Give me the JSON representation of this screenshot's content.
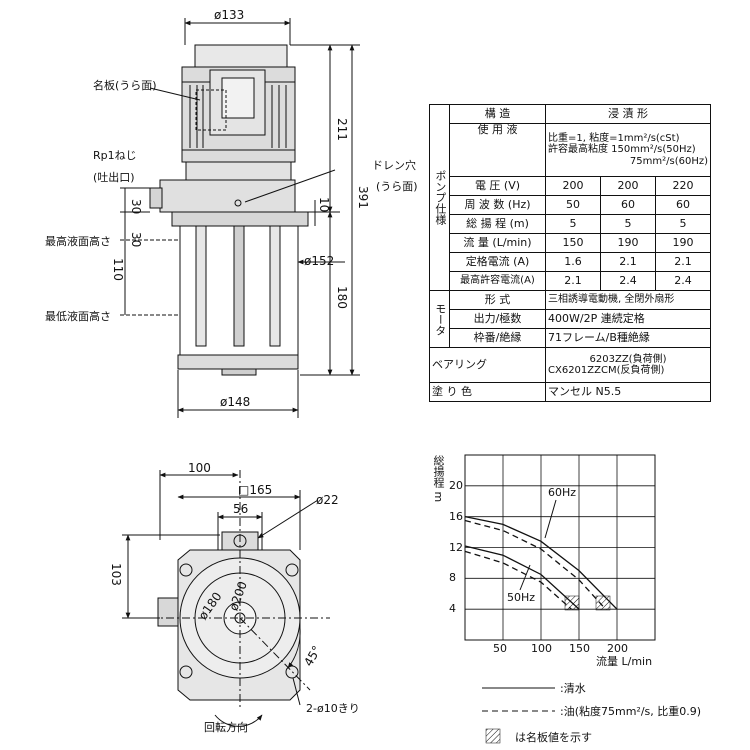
{
  "front_view": {
    "top_dia": "ø133",
    "nameplate_label": "名板(うら面)",
    "rp_thread_label": "Rp1ねじ",
    "outlet_label": "(吐出口)",
    "drain_label": "ドレン穴",
    "drain_sub": "(うら面)",
    "max_level_label": "最高液面高さ",
    "min_level_label": "最低液面高さ",
    "dim_211": "211",
    "dim_391": "391",
    "dim_180": "180",
    "dim_30a": "30",
    "dim_30b": "30",
    "dim_10": "10",
    "dim_110": "110",
    "dia_152": "ø152",
    "dia_148": "ø148"
  },
  "bottom_view": {
    "dim_100": "100",
    "sq_165": "□165",
    "dim_56": "56",
    "dia_22": "ø22",
    "dim_103": "103",
    "dia_180": "ø180",
    "dia_200": "ø200",
    "angle_45": "45°",
    "holes_label": "2-ø10きり",
    "rotation_label": "回転方向"
  },
  "spec_table": {
    "pump_group": "ポンプ仕様",
    "motor_group": "モータ",
    "rows": [
      {
        "label": "構 造",
        "value": "浸 漬 形"
      },
      {
        "label": "使 用 液",
        "value_lines": [
          "比重=1, 粘度=1mm²/s(cSt)",
          "許容最高粘度 150mm²/s(50Hz)",
          "75mm²/s(60Hz)"
        ]
      },
      {
        "label": "電 圧 (V)",
        "values": [
          "200",
          "200",
          "220"
        ]
      },
      {
        "label": "周 波 数 (Hz)",
        "values": [
          "50",
          "60",
          "60"
        ]
      },
      {
        "label": "総 揚 程 (m)",
        "values": [
          "5",
          "5",
          "5"
        ]
      },
      {
        "label": "流 量 (L/min)",
        "values": [
          "150",
          "190",
          "190"
        ]
      },
      {
        "label": "定格電流 (A)",
        "values": [
          "1.6",
          "2.1",
          "2.1"
        ]
      },
      {
        "label": "最高許容電流(A)",
        "values": [
          "2.1",
          "2.4",
          "2.4"
        ]
      },
      {
        "label": "形 式",
        "value": "三相誘導電動機, 全閉外扇形"
      },
      {
        "label": "出力/極数",
        "value": "400W/2P 連続定格"
      },
      {
        "label": "枠番/絶縁",
        "value": "71フレーム/B種絶縁"
      },
      {
        "label": "ベアリング",
        "value_lines": [
          "6203ZZ(負荷側)",
          "CX6201ZZCM(反負荷側)"
        ]
      },
      {
        "label": "塗 り 色",
        "value": "マンセル N5.5"
      }
    ]
  },
  "chart_data": {
    "type": "line",
    "ylabel": "総揚程 m",
    "xlabel": "流量 L/min",
    "x_ticks": [
      "50",
      "100",
      "150",
      "200"
    ],
    "y_ticks": [
      "20",
      "16",
      "12",
      "8",
      "4"
    ],
    "xlim": [
      0,
      250
    ],
    "ylim": [
      0,
      24
    ],
    "annotations": [
      "60Hz",
      "50Hz"
    ],
    "series": [
      {
        "line_style": "solid",
        "points": [
          [
            0,
            16
          ],
          [
            50,
            15
          ],
          [
            100,
            12.8
          ],
          [
            150,
            9
          ],
          [
            200,
            4
          ]
        ]
      },
      {
        "line_style": "dashed",
        "points": [
          [
            0,
            15.5
          ],
          [
            50,
            14.2
          ],
          [
            100,
            11.8
          ],
          [
            150,
            7.8
          ],
          [
            185,
            4
          ]
        ]
      },
      {
        "line_style": "solid",
        "points": [
          [
            0,
            12.2
          ],
          [
            50,
            11
          ],
          [
            100,
            8.5
          ],
          [
            150,
            4
          ]
        ]
      },
      {
        "line_style": "dashed",
        "points": [
          [
            0,
            11.5
          ],
          [
            50,
            10
          ],
          [
            100,
            7.5
          ],
          [
            140,
            4
          ]
        ]
      }
    ],
    "legend": [
      {
        "style": "solid",
        "label": ":清水"
      },
      {
        "style": "dashed",
        "label": ":油(粘度75mm²/s, 比重0.9)"
      },
      {
        "style": "hatch",
        "label": "は名板値を示す"
      }
    ]
  }
}
